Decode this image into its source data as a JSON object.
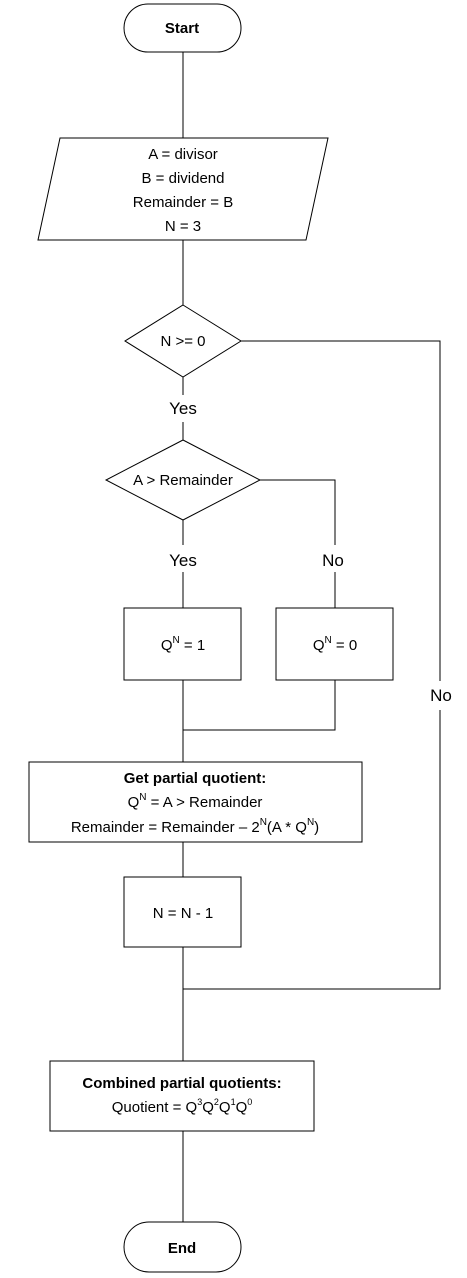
{
  "start": {
    "label": "Start"
  },
  "input": {
    "lines": [
      "A = divisor",
      "B = dividend",
      "Remainder = B",
      "N = 3"
    ]
  },
  "decision_n": {
    "label": "N >= 0",
    "yes_label": "Yes",
    "no_label": "No"
  },
  "decision_a": {
    "label": "A > Remainder",
    "yes_label": "Yes",
    "no_label": "No"
  },
  "process_q1": {
    "base": "Q",
    "sup": "N",
    "tail": " = 1"
  },
  "process_q0": {
    "base": "Q",
    "sup": "N",
    "tail": " = 0"
  },
  "partial": {
    "title": "Get partial quotient:",
    "line1": {
      "base": "Q",
      "sup": "N",
      "tail": " = A > Remainder"
    },
    "line2": {
      "pre": "Remainder = Remainder – 2",
      "sup1": "N",
      "mid": "(A * Q",
      "sup2": "N",
      "post": ")"
    }
  },
  "decrement": {
    "label": "N = N - 1"
  },
  "combined": {
    "title": "Combined partial quotients:",
    "line": {
      "pre": "Quotient = Q",
      "s3": "3",
      "q2": "Q",
      "s2": "2",
      "q1": "Q",
      "s1": "1",
      "q0": "Q",
      "s0": "0"
    }
  },
  "end": {
    "label": "End"
  }
}
